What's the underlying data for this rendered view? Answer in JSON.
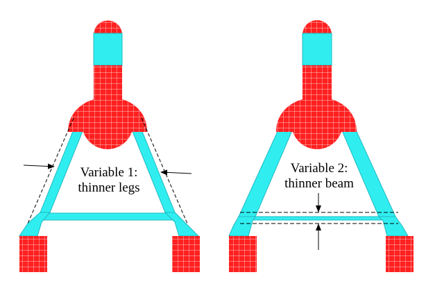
{
  "colors": {
    "solid": "#ff2020",
    "mesh_line": "#ffffff",
    "shell": "#30eef0",
    "shell_edge": "#1fb8c0",
    "dashed": "#000000",
    "background": "#ffffff"
  },
  "panels": [
    {
      "id": "variable-1",
      "label_line1": "Variable 1:",
      "label_line2": "thinner legs",
      "annotation": "dashed offset lines along both legs with inward-pointing arrows"
    },
    {
      "id": "variable-2",
      "label_line1": "Variable 2:",
      "label_line2": "thinner beam",
      "annotation": "dashed offset lines above and below crossbeam with arrows"
    }
  ]
}
